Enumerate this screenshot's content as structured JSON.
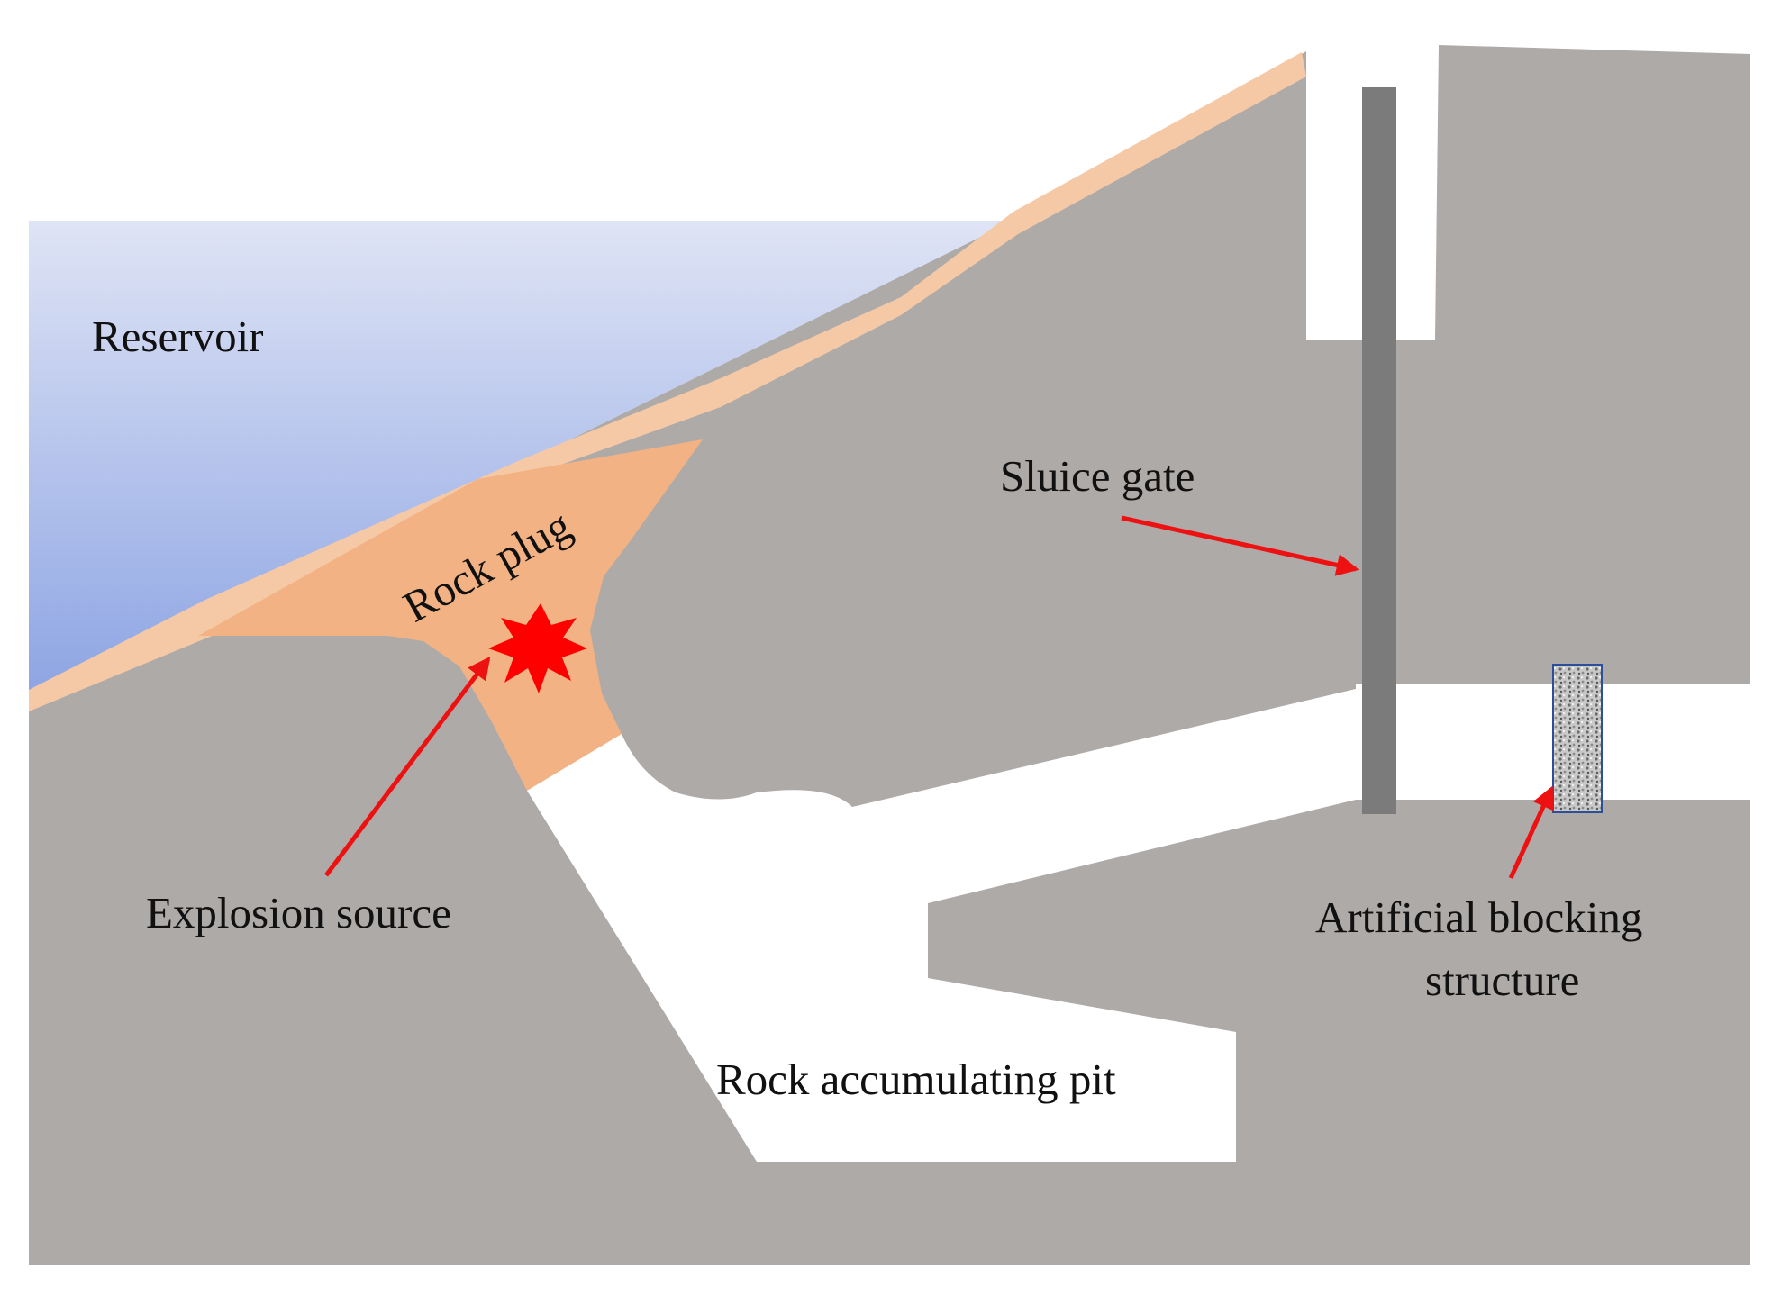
{
  "labels": {
    "reservoir": "Reservoir",
    "rock_plug": "Rock plug",
    "sluice_gate": "Sluice gate",
    "explosion_source": "Explosion source",
    "rock_pit": "Rock accumulating pit",
    "blocking_line1": "Artificial blocking",
    "blocking_line2": "structure"
  },
  "colors": {
    "rock": "#aeaaa8",
    "water_top": "#dfe4f5",
    "water_bottom": "#8ba3e3",
    "rock_plug": "#f2b283",
    "overburden": "#f6c9a6",
    "gate": "#7b7b7b",
    "arrow": "#ee1111",
    "explosion": "#ff0000",
    "blocking_fill": "#c9c9c9",
    "blocking_border": "#2c4f9a"
  },
  "icons": {
    "explosion": "explosion-burst-icon",
    "blocking_texture": "gravel-texture"
  }
}
